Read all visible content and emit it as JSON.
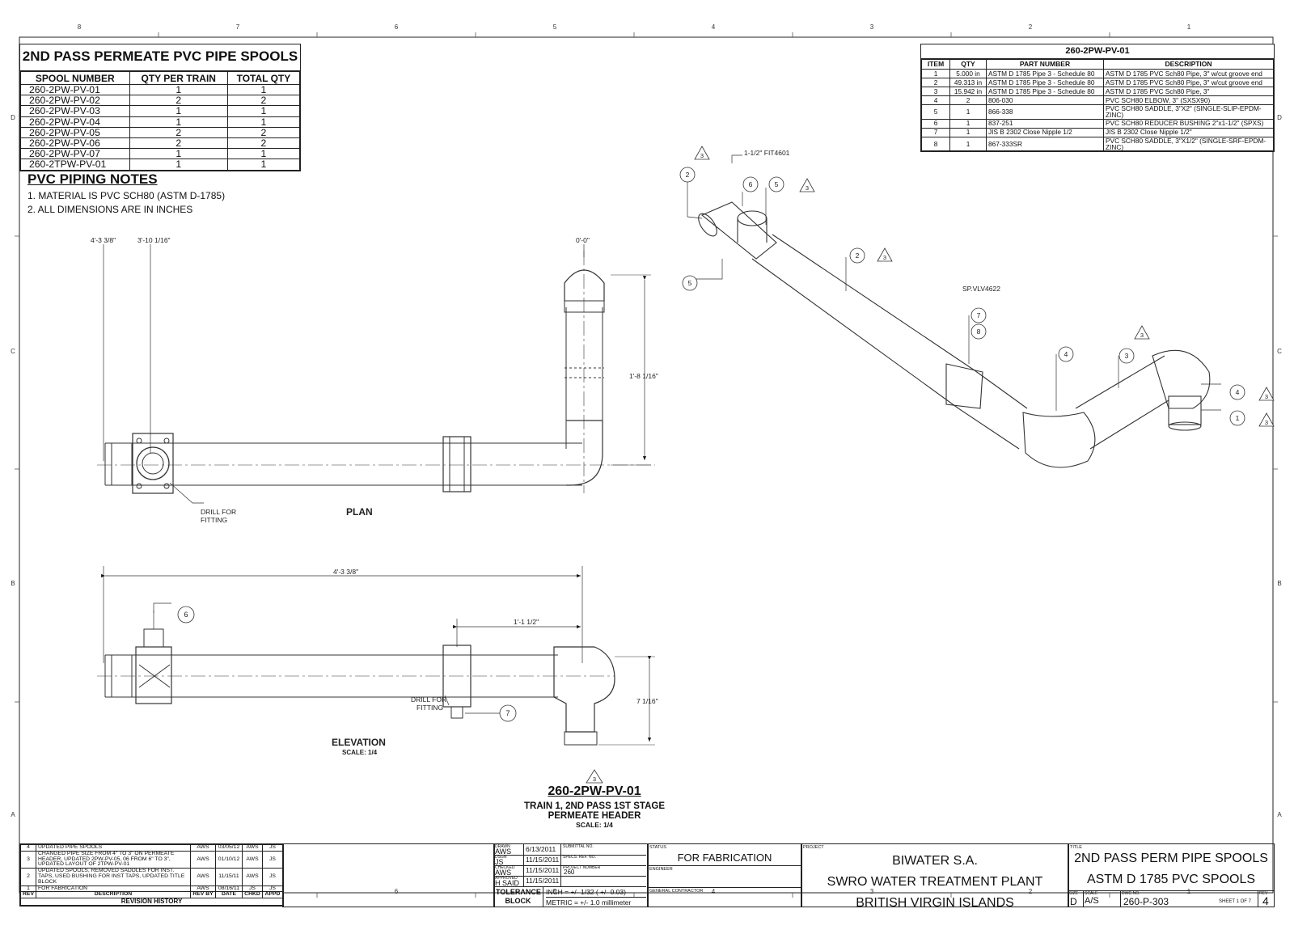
{
  "spool_table": {
    "title": "2ND PASS PERMEATE PVC PIPE SPOOLS",
    "headers": [
      "SPOOL NUMBER",
      "QTY PER TRAIN",
      "TOTAL QTY"
    ],
    "rows": [
      [
        "260-2PW-PV-01",
        "1",
        "1"
      ],
      [
        "260-2PW-PV-02",
        "2",
        "2"
      ],
      [
        "260-2PW-PV-03",
        "1",
        "1"
      ],
      [
        "260-2PW-PV-04",
        "1",
        "1"
      ],
      [
        "260-2PW-PV-05",
        "2",
        "2"
      ],
      [
        "260-2PW-PV-06",
        "2",
        "2"
      ],
      [
        "260-2PW-PV-07",
        "1",
        "1"
      ],
      [
        "260-2TPW-PV-01",
        "1",
        "1"
      ]
    ]
  },
  "notes": {
    "title": "PVC  PIPING NOTES",
    "lines": [
      "1. MATERIAL IS PVC SCH80 (ASTM D-1785)",
      "2. ALL DIMENSIONS ARE IN INCHES"
    ]
  },
  "bom": {
    "title": "260-2PW-PV-01",
    "headers": [
      "ITEM",
      "QTY",
      "PART NUMBER",
      "DESCRIPTION"
    ],
    "rows": [
      [
        "1",
        "5.000 in",
        "ASTM D 1785 Pipe 3 - Schedule 80",
        "ASTM D 1785 PVC Sch80 Pipe, 3\" w/cut groove end"
      ],
      [
        "2",
        "49.313 in",
        "ASTM D 1785 Pipe 3 - Schedule 80",
        "ASTM D 1785 PVC Sch80 Pipe, 3\" w/cut groove end"
      ],
      [
        "3",
        "15.942 in",
        "ASTM D 1785 Pipe 3 - Schedule 80",
        "ASTM D 1785 PVC Sch80 Pipe, 3\""
      ],
      [
        "4",
        "2",
        "806-030",
        "PVC SCH80 ELBOW, 3\" (SXSX90)"
      ],
      [
        "5",
        "1",
        "866-338",
        "PVC SCH80 SADDLE, 3\"X2\" (SINGLE-SLIP-EPDM-ZINC)"
      ],
      [
        "6",
        "1",
        "837-251",
        "PVC SCH80 REDUCER BUSHING 2\"x1-1/2\" (SPXS)"
      ],
      [
        "7",
        "1",
        "JIS B 2302 Close Nipple 1/2",
        "JIS B 2302 Close Nipple 1/2\""
      ],
      [
        "8",
        "1",
        "867-333SR",
        "PVC SCH80 SADDLE, 3\"X1/2\" (SINGLE-SRF-EPDM-ZINC)"
      ]
    ]
  },
  "border": {
    "cols": [
      "8",
      "7",
      "6",
      "5",
      "4",
      "3",
      "2",
      "1"
    ],
    "rows": [
      "D",
      "C",
      "B",
      "A"
    ]
  },
  "plan": {
    "label": "PLAN",
    "dim_a": "4'-3 3/8\"",
    "dim_b": "3'-10 1/16\"",
    "dim_zero": "0'-0\"",
    "dim_vert": "1'-8 1/16\"",
    "drill": [
      "DRILL FOR",
      "FITTING"
    ]
  },
  "elevation": {
    "label": "ELEVATION",
    "scale": "SCALE: 1/4",
    "dim_total": "4'-3 3/8\"",
    "dim_mid": "1'-1 1/2\"",
    "dim_vert": "7 1/16\"",
    "drill": [
      "DRILL FOR",
      "FITTING"
    ],
    "balloons": [
      "6",
      "7"
    ]
  },
  "iso": {
    "callout_fit": "1-1/2\" FIT4601",
    "callout_valve": "SP.VLV4622",
    "balloons": [
      "2",
      "6",
      "5",
      "5",
      "2",
      "7",
      "8",
      "4",
      "3",
      "4",
      "1"
    ],
    "revision_tag": "3"
  },
  "drawing_title": {
    "number": "260-2PW-PV-01",
    "line1": "TRAIN 1, 2ND PASS 1ST STAGE",
    "line2": "PERMEATE HEADER",
    "scale": "SCALE: 1/4",
    "rev_tag": "3"
  },
  "revisions": {
    "title": "REVISION HISTORY",
    "headers": [
      "REV",
      "DESCRIPTION",
      "REV BY",
      "DATE",
      "CHKD",
      "APPD"
    ],
    "rows": [
      [
        "4",
        "UPDATED PIPE SPOOLS",
        "AWS",
        "03/05/12",
        "AWS",
        "JS"
      ],
      [
        "3",
        "CHANGED PIPE SIZE FROM 4\" TO 3\" ON PERMEATE HEADER, UPDATED 2PW-PV-05, 06 FROM 6\" TO 3\", UPDATED LAYOUT OF 2TPW-PV-01",
        "AWS",
        "01/10/12",
        "AWS",
        "JS"
      ],
      [
        "2",
        "UPDATED SPOOLS, REMOVED SADDLES FOR INST. TAPS, USED BUSHING FOR INST TAPS, UPDATED TITLE BLOCK",
        "AWS",
        "11/15/11",
        "AWS",
        "JS"
      ],
      [
        "1",
        "FOR FABRICATION",
        "AWS",
        "08/16/11",
        "JS",
        "JS"
      ]
    ]
  },
  "signoff": {
    "rows": [
      {
        "role": "DRAWN",
        "who": "AWS",
        "date": "6/13/2011"
      },
      {
        "role": "DSGN",
        "who": "JS",
        "date": "11/15/2011"
      },
      {
        "role": "CHECKED",
        "who": "AWS",
        "date": "11/15/2011"
      },
      {
        "role": "APPROVED",
        "who": "H SAID",
        "date": "11/15/2011"
      }
    ],
    "submittal": "SUBMITTAL NO.",
    "specs": "SPECS. REF. NO.",
    "project_number_label": "PROJECT NUMBER",
    "project_number": "260",
    "tolerance_label": [
      "TOLERANCE",
      "BLOCK"
    ],
    "tolerance_inch": "INCH = +/- 1/32 ( +/- 0.03)",
    "tolerance_metric": "METRIC = +/- 1.0 millimeter"
  },
  "status": {
    "label": "STATUS",
    "value": "FOR FABRICATION",
    "engineer": "ENGINEER",
    "contractor": "GENERAL CONTRACTOR"
  },
  "project": {
    "label": "PROJECT",
    "lines": [
      "BIWATER S.A.",
      "SWRO WATER TREATMENT PLANT",
      "BRITISH VIRGIN ISLANDS"
    ]
  },
  "title_block": {
    "label": "TITLE",
    "lines": [
      "2ND PASS PERM PIPE SPOOLS",
      "ASTM D 1785 PVC SPOOLS"
    ],
    "size_label": "SIZE",
    "size": "D",
    "scale_label": "SCALE",
    "scale": "A/S",
    "dwg_label": "DWG NO.",
    "dwg": "260-P-303",
    "sheet": "SHEET 1  OF 7",
    "rev_label": "REV",
    "rev": "4"
  }
}
